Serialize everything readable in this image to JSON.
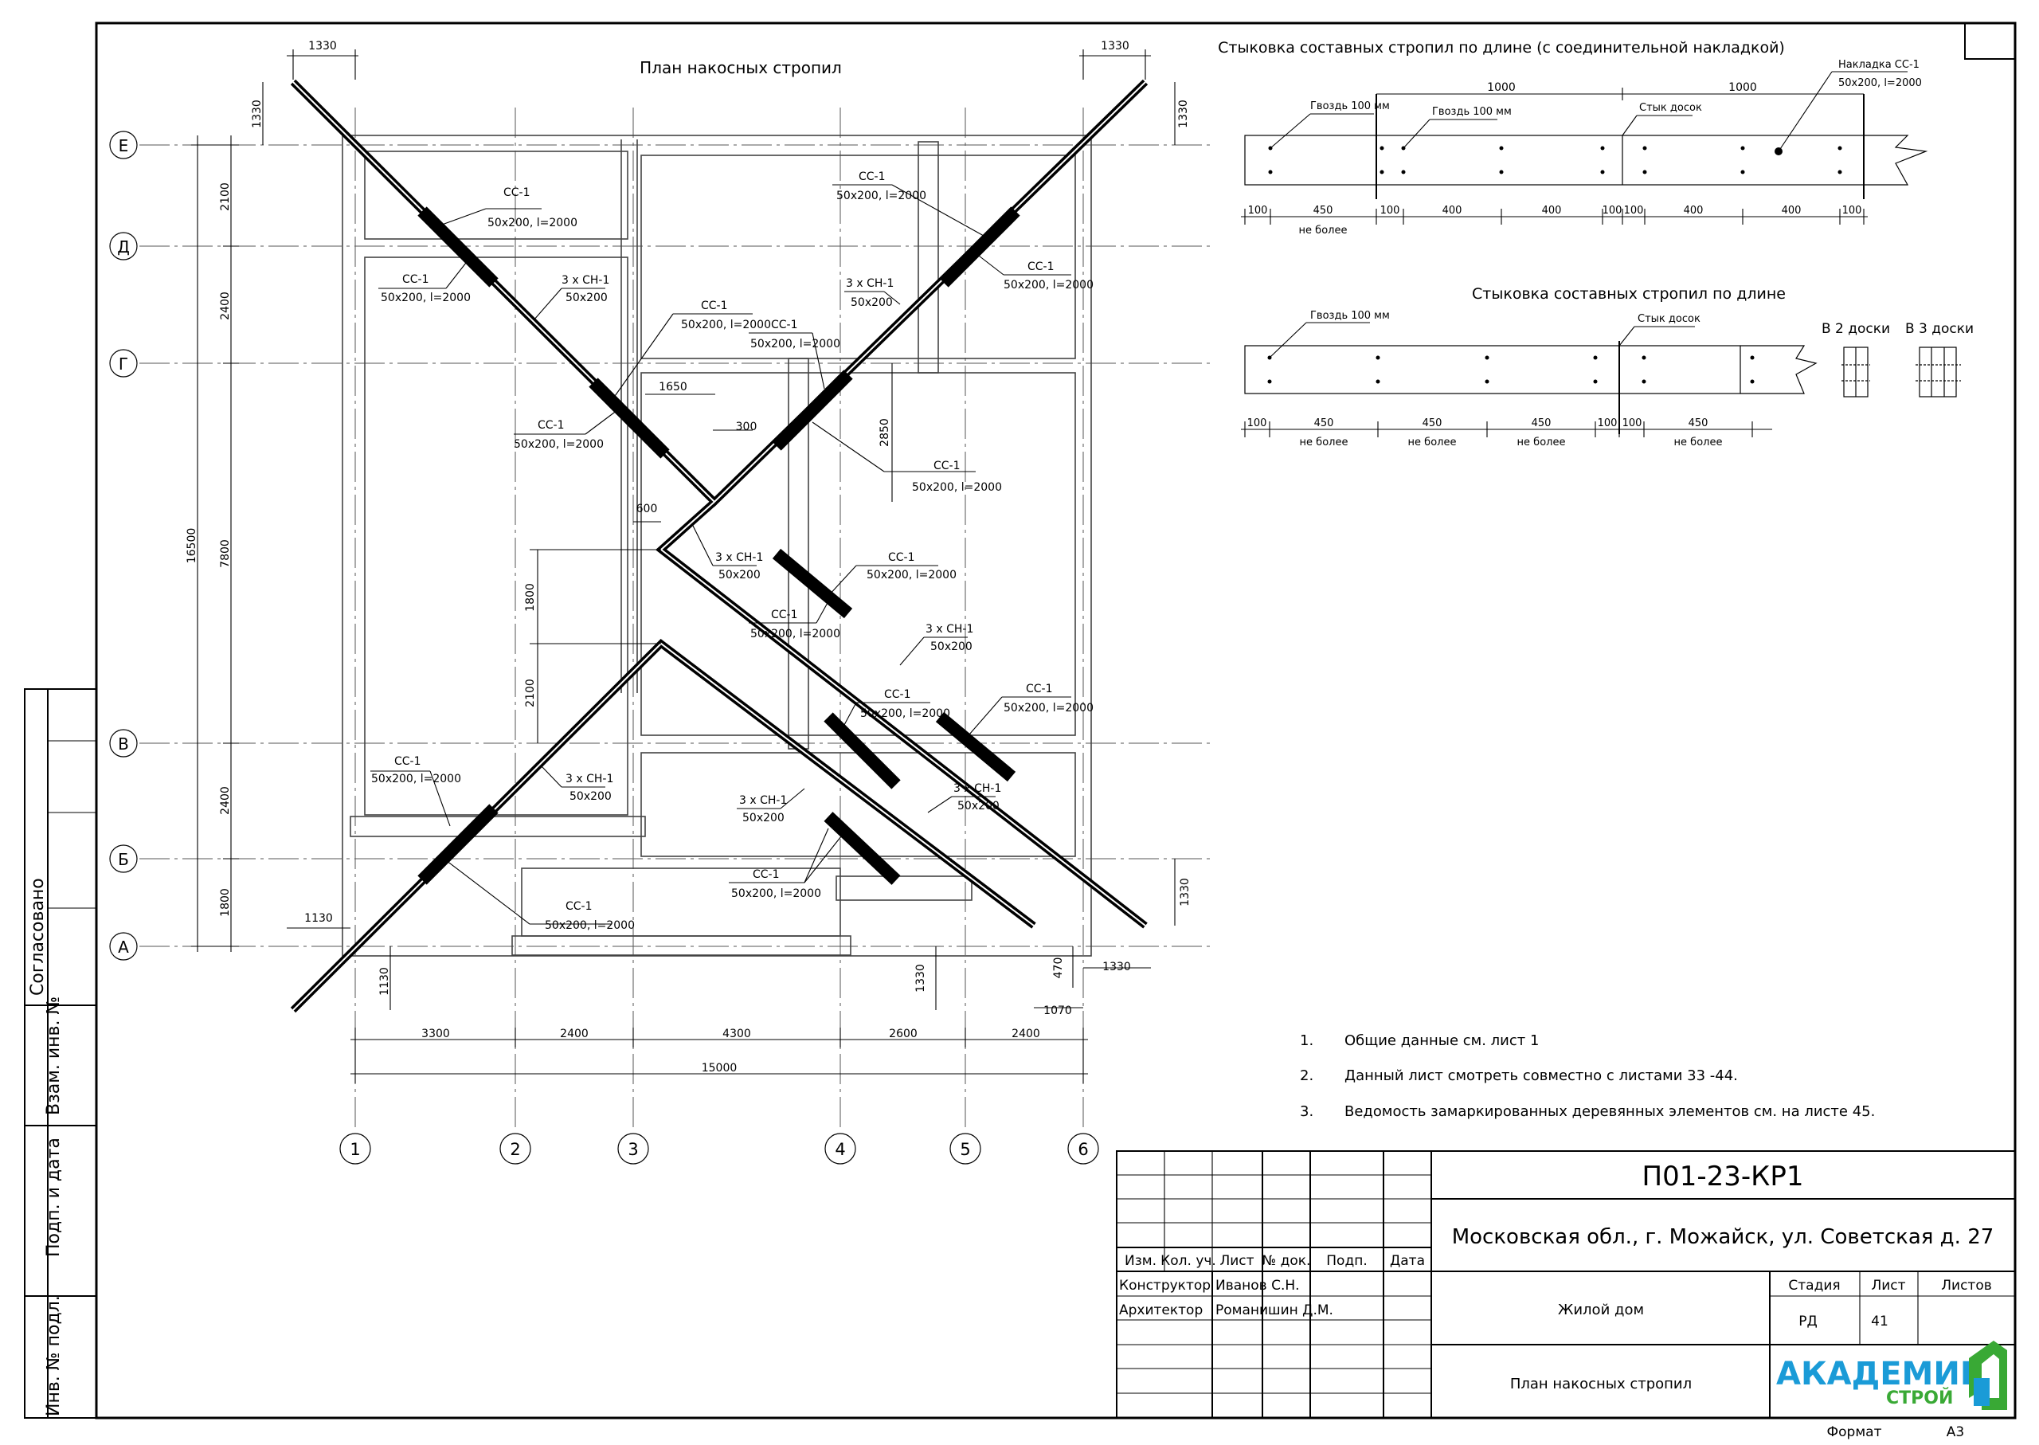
{
  "plan": {
    "title": "План накосных стропил",
    "axes_letters": [
      "Е",
      "Д",
      "Г",
      "В",
      "Б",
      "А"
    ],
    "axes_numbers": [
      "1",
      "2",
      "3",
      "4",
      "5",
      "6"
    ],
    "dims_bottom_row1": [
      "3300",
      "2400",
      "4300",
      "2600",
      "2400"
    ],
    "dim_total_bottom": "15000",
    "dims_left_inner": [
      "2100",
      "2400",
      "7800",
      "2400",
      "1800"
    ],
    "dim_total_left": "16500",
    "dims_misc": {
      "top_left": "1330",
      "top_right": "1330",
      "top_left_v": "1330",
      "top_right_v": "1330",
      "bottom_left_h": "1130",
      "bottom_left_v": "1130",
      "bottom_right_h": "1330",
      "bottom_right_v": "1330",
      "bottom_right_v2": "470",
      "bottom_right_1070": "1070",
      "bottom_mid_v": "1330",
      "center_1650": "1650",
      "center_300": "300",
      "center_2850": "2850",
      "center_600": "600",
      "center_1800": "1800",
      "center_2100": "2100"
    },
    "tag_cc_top": "СС-1",
    "tag_cc_bot": "50х200, l=2000",
    "tag_ch_top": "3 х СН-1",
    "tag_ch_bot": "50х200"
  },
  "detail1": {
    "title": "Стыковка составных стропил по длине (с соединительной накладкой)",
    "nail_label": "Гвоздь 100 мм",
    "nail_label2": "Гвоздь 100 мм",
    "joint_label": "Стык досок",
    "plate_label_top": "Накладка СС-1",
    "plate_label_bot": "50х200, l=2000",
    "dim_1000a": "1000",
    "dim_1000b": "1000",
    "dims": [
      "100",
      "450",
      "100",
      "400",
      "400",
      "100",
      "100",
      "400",
      "400",
      "100"
    ],
    "note_max": "не более"
  },
  "detail2": {
    "title": "Стыковка составных стропил по длине",
    "nail_label": "Гвоздь 100 мм",
    "joint_label": "Стык досок",
    "dims": [
      "100",
      "450",
      "450",
      "450",
      "100",
      "100",
      "450"
    ],
    "note_max": "не более",
    "in2": "В 2 доски",
    "in3": "В 3 доски"
  },
  "notes": [
    {
      "num": "1.",
      "text": "Общие данные см. лист 1"
    },
    {
      "num": "2.",
      "text": "Данный лист смотреть совместно с листами 33 -44."
    },
    {
      "num": "3.",
      "text": "Ведомость замаркированных деревянных элементов см. на листе 45."
    }
  ],
  "side_stamp": {
    "agreed": "Согласовано",
    "inv_repl": "Взам. инв. №",
    "sign_date": "Подп. и дата",
    "inv_orig": "Инв. № подл."
  },
  "title_block": {
    "code": "П01-23-КР1",
    "address": "Московская обл., г. Можайск, ул. Советская д. 27",
    "headers": [
      "Изм.",
      "Кол. уч.",
      "Лист",
      "№ док.",
      "Подп.",
      "Дата"
    ],
    "roles": [
      {
        "role": "Конструктор",
        "name": "Иванов С.Н."
      },
      {
        "role": "Архитектор",
        "name": "Романишин Д.М."
      }
    ],
    "object": "Жилой дом",
    "sheet_title": "План накосных стропил",
    "stage_label": "Стадия",
    "sheet_label": "Лист",
    "sheets_label": "Листов",
    "stage": "РД",
    "sheet": "41",
    "sheets": "",
    "logo_line1": "АКАДЕМИК",
    "logo_line2": "СТРОЙ",
    "format_label": "Формат",
    "format": "А3"
  },
  "colors": {
    "logo_blue": "#1a9bd7",
    "logo_green": "#39a935"
  }
}
